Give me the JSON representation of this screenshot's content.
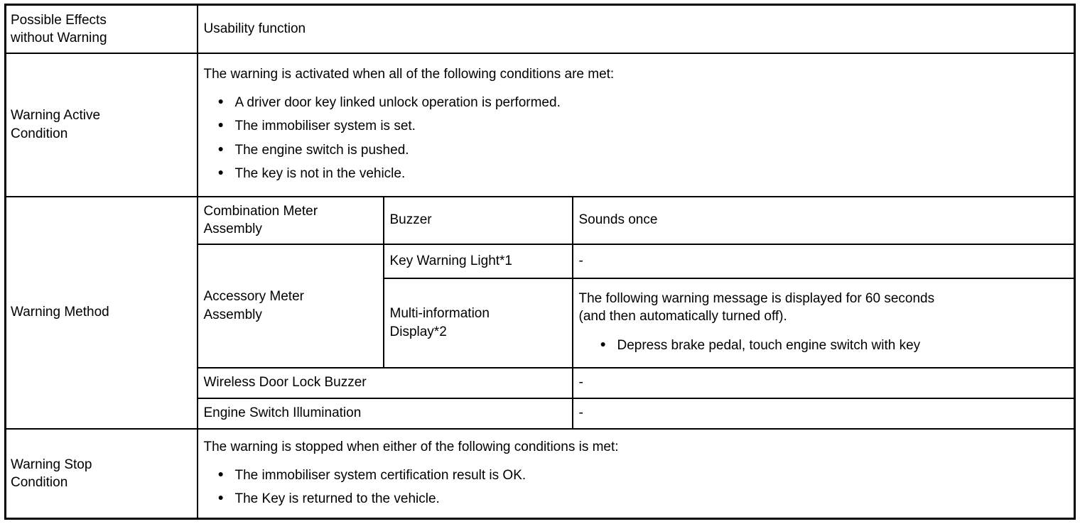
{
  "rows": {
    "possible_effects": {
      "label": "Possible Effects\nwithout Warning",
      "value": "Usability function"
    },
    "warning_active": {
      "label": "Warning Active\nCondition",
      "intro": "The warning is activated when all of the following conditions are met:",
      "bullets": [
        "A driver door key linked unlock operation is performed.",
        "The immobiliser system is set.",
        "The engine switch is pushed.",
        "The key is not in the vehicle."
      ]
    },
    "warning_method": {
      "label": "Warning Method",
      "combination_meter": {
        "component": "Combination Meter\nAssembly",
        "sub": "Buzzer",
        "behavior": "Sounds once"
      },
      "accessory_meter": {
        "component": "Accessory Meter\nAssembly",
        "key_warning_light": {
          "sub": "Key Warning Light*1",
          "behavior": "-"
        },
        "multi_information_display": {
          "sub": "Multi-information\nDisplay*2",
          "behavior_intro": "The following warning message is displayed for 60 seconds\n(and then automatically turned off).",
          "bullets": [
            "Depress brake pedal, touch engine switch with key"
          ]
        }
      },
      "wireless_door_lock_buzzer": {
        "component": "Wireless Door Lock Buzzer",
        "behavior": "-"
      },
      "engine_switch_illumination": {
        "component": "Engine Switch Illumination",
        "behavior": "-"
      }
    },
    "warning_stop": {
      "label": "Warning Stop\nCondition",
      "intro": "The warning is stopped when either of the following conditions is met:",
      "bullets": [
        "The immobiliser system certification result is OK.",
        "The Key is returned to the vehicle."
      ]
    }
  }
}
